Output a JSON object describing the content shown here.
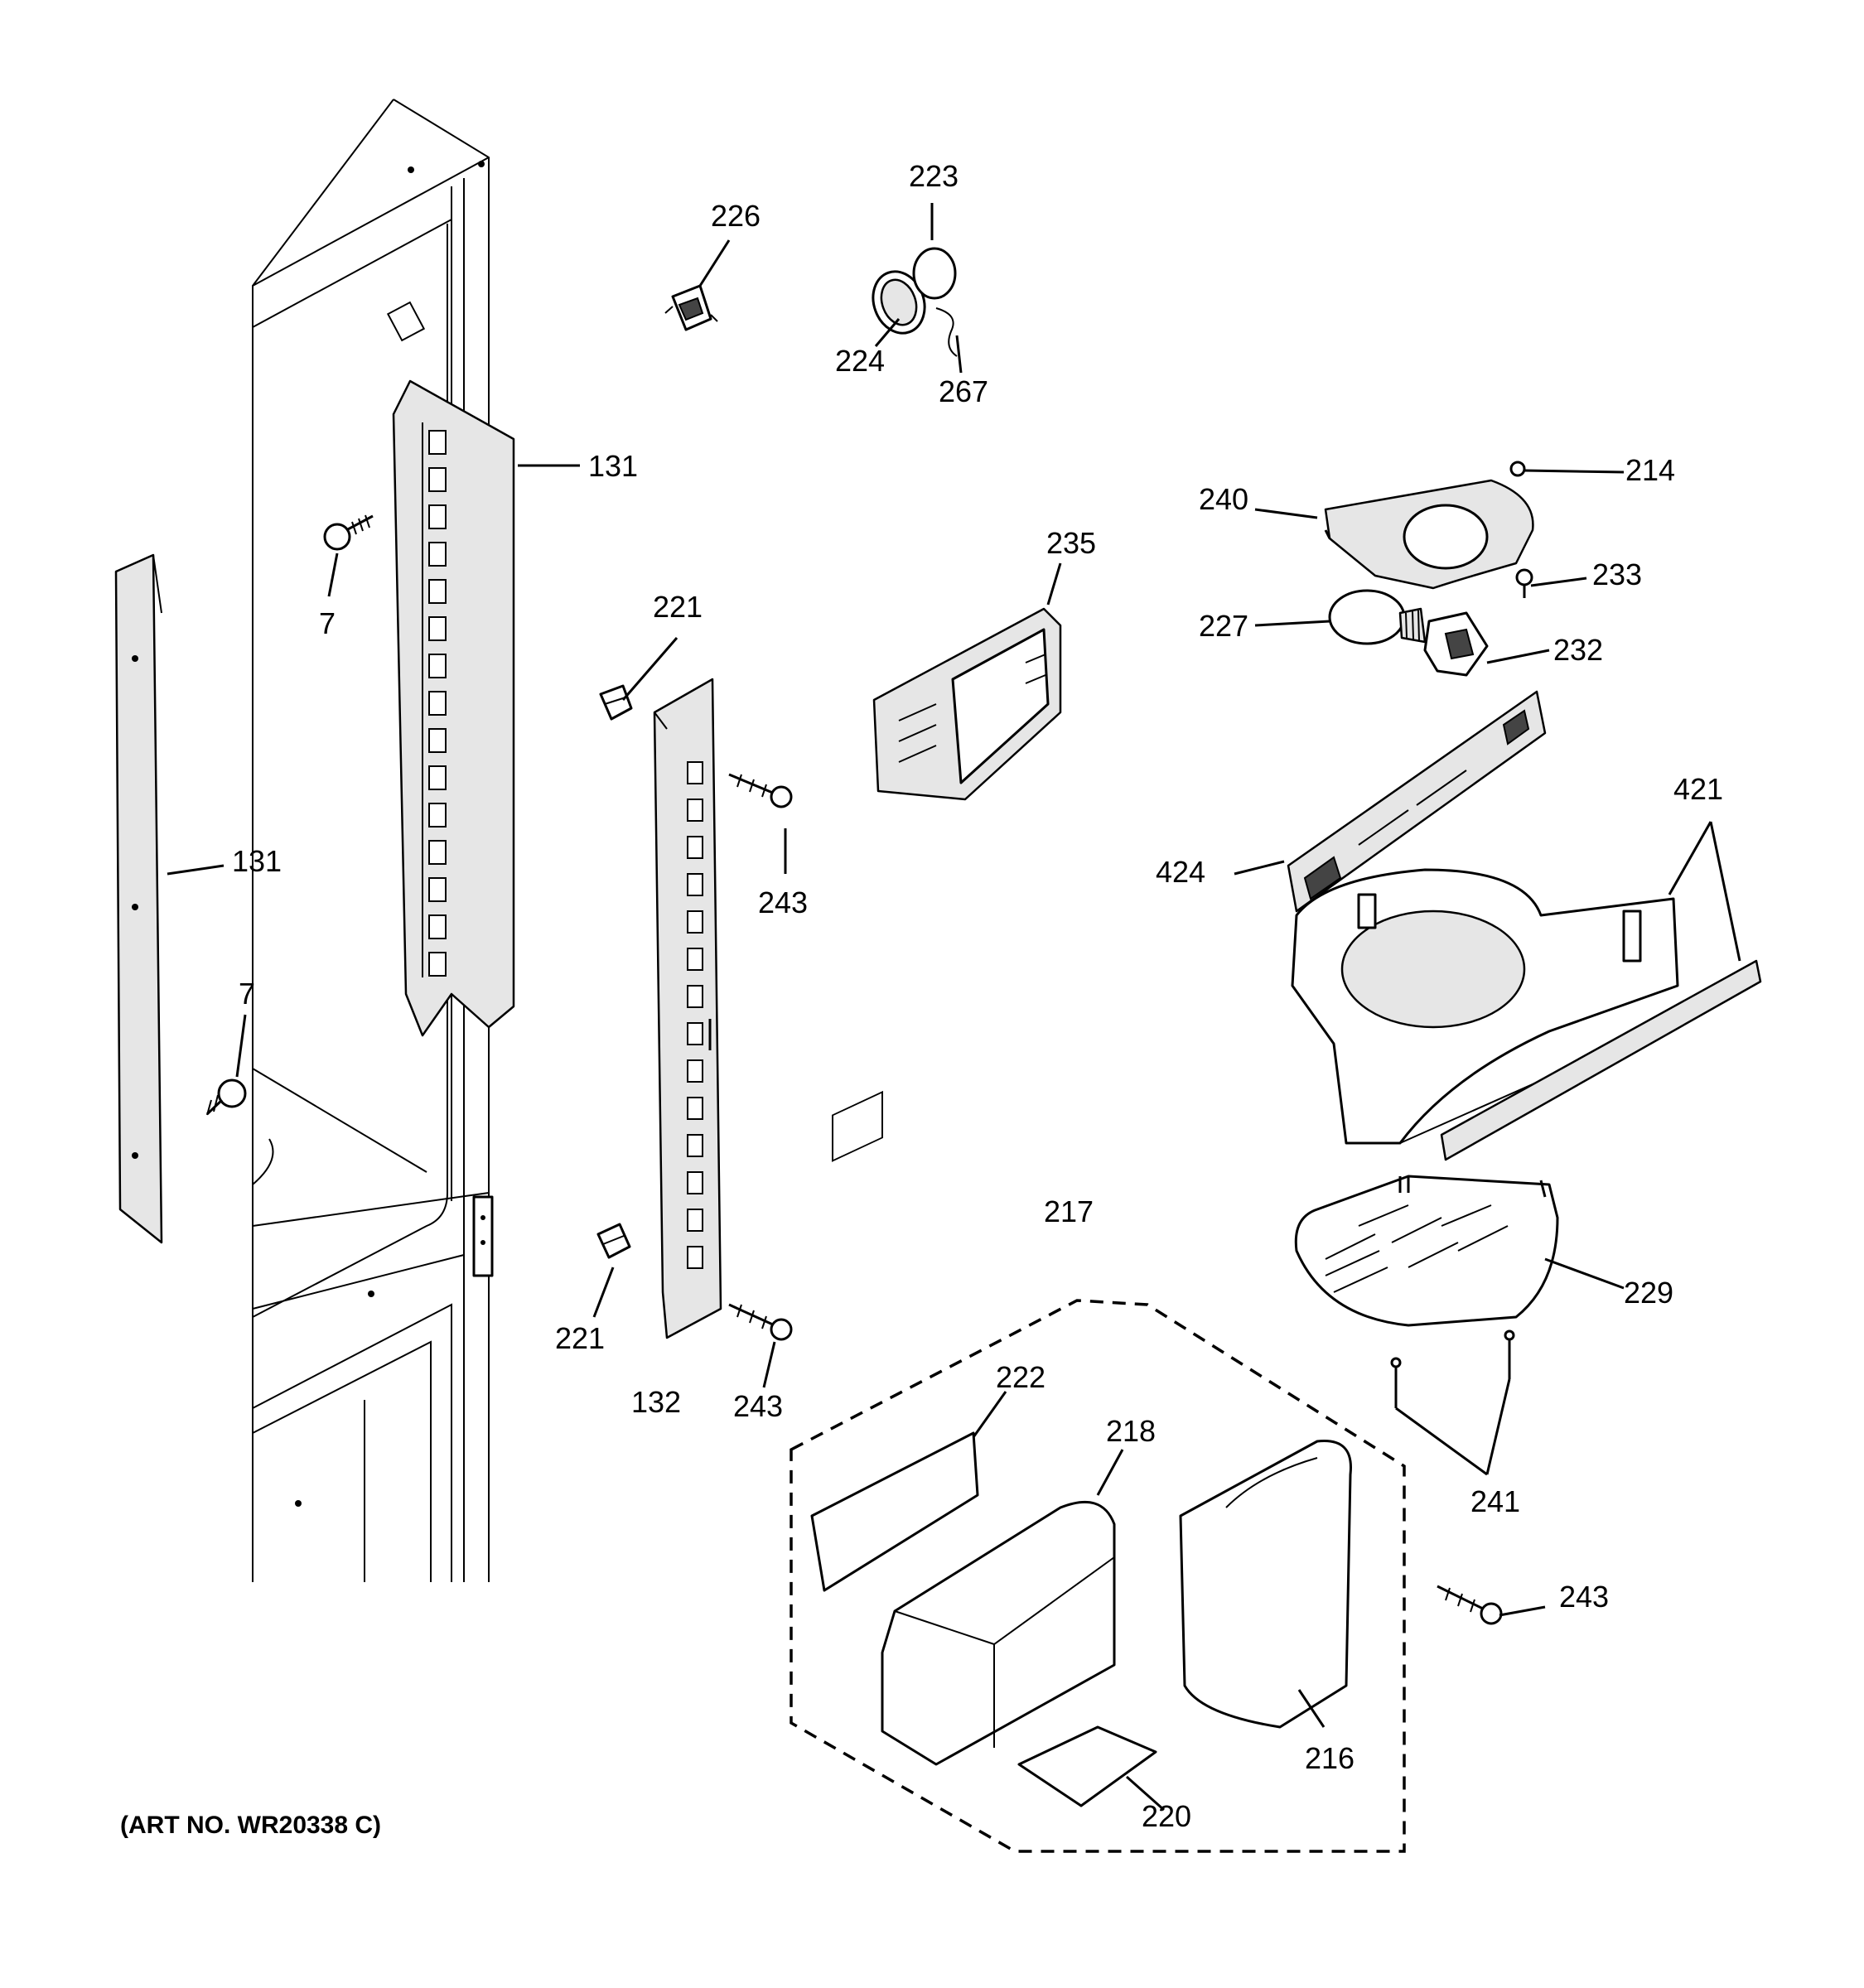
{
  "art_number": "(ART NO. WR20338 C)",
  "callouts": {
    "c7_upper": "7",
    "c7_lower": "7",
    "c131_upper": "131",
    "c131_lower": "131",
    "c132": "132",
    "c214": "214",
    "c216": "216",
    "c217": "217",
    "c218": "218",
    "c220": "220",
    "c221_upper": "221",
    "c221_lower": "221",
    "c222": "222",
    "c223": "223",
    "c224": "224",
    "c226": "226",
    "c227": "227",
    "c229": "229",
    "c232": "232",
    "c233": "233",
    "c235": "235",
    "c240": "240",
    "c241": "241",
    "c243_upper": "243",
    "c243_mid": "243",
    "c243_right": "243",
    "c267": "267",
    "c421": "421",
    "c424": "424"
  }
}
